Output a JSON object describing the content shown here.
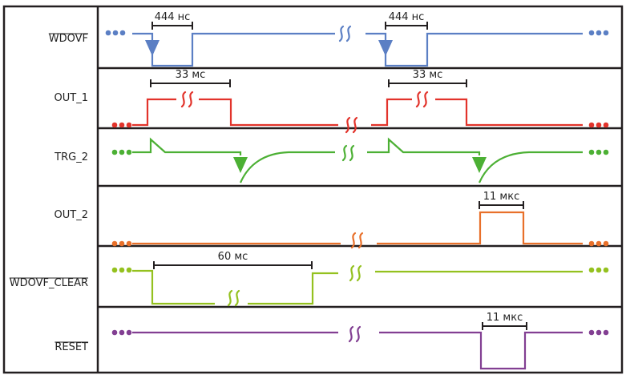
{
  "diagram": {
    "type": "timing-diagram",
    "colors": {
      "frame": "#231f20",
      "wdovf": "#5b7fc4",
      "out1": "#e2332b",
      "trg2": "#4cb034",
      "out2": "#e8702a",
      "wdovf_clear": "#94c11f",
      "reset": "#823f92",
      "dimension": "#231f20"
    },
    "signals": [
      {
        "id": "wdovf",
        "label": "WDOVF",
        "overline": true
      },
      {
        "id": "out1",
        "label": "OUT_1",
        "overline": false
      },
      {
        "id": "trg2",
        "label": "TRG_2",
        "overline": false
      },
      {
        "id": "out2",
        "label": "OUT_2",
        "overline": false
      },
      {
        "id": "wdovf_clear",
        "label": "WDOVF_CLEAR",
        "overline": true
      },
      {
        "id": "reset",
        "label": "RESET",
        "overline": true
      }
    ],
    "annotations": [
      {
        "signal": "wdovf",
        "text": "444 нс"
      },
      {
        "signal": "wdovf",
        "text": "444 нс"
      },
      {
        "signal": "out1",
        "text": "33 мс"
      },
      {
        "signal": "out1",
        "text": "33 мс"
      },
      {
        "signal": "out2",
        "text": "11 мкс"
      },
      {
        "signal": "wdovf_clear",
        "text": "60 мс"
      },
      {
        "signal": "reset",
        "text": "11 мкс"
      }
    ],
    "continuation_symbol": "•••",
    "break_symbol": "time-break"
  }
}
